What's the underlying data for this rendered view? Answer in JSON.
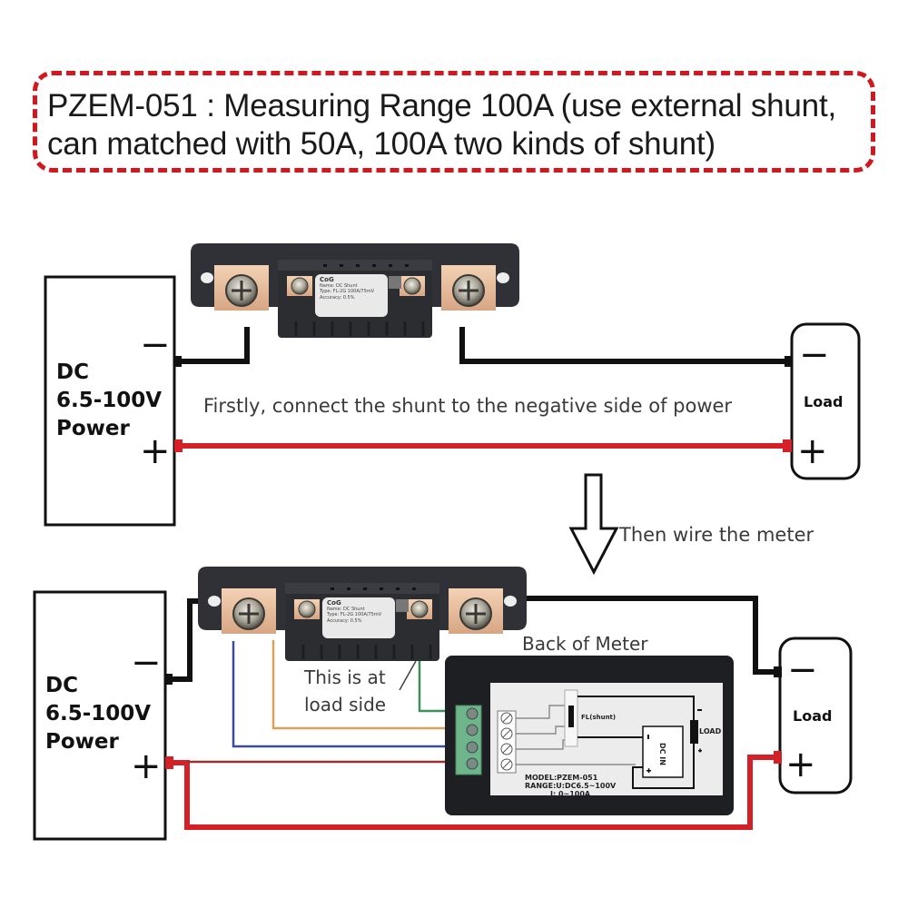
{
  "title": {
    "model": "PZEM-051",
    "separator": " : ",
    "line1_rest": "Measuring Range 100A (use external shunt,",
    "line2": "can matched with 50A, 100A two kinds of shunt)",
    "border_color": "#d0181e"
  },
  "power_supply": {
    "label_lines": [
      "DC",
      "6.5-100V",
      "Power"
    ],
    "negative_symbol": "−",
    "positive_symbol": "+"
  },
  "load": {
    "label": "Load",
    "negative_symbol": "−",
    "positive_symbol": "+"
  },
  "shunt": {
    "brand": "CoG",
    "tag_lines": [
      "Name: DC Shunt",
      "Type: FL-2G 100A/75mV",
      "Accuracy: 0.5%"
    ]
  },
  "steps": {
    "step1": "Firstly, connect the shunt to the negative side of power",
    "step2": "Then wire the meter"
  },
  "annotations": {
    "load_side": "This is at load side",
    "back_of_meter": "Back of Meter"
  },
  "meter": {
    "shunt_label": "FL(shunt)",
    "load_label": "LOAD",
    "dc_in_label": "DC IN",
    "model_line": "MODEL:PZEM-051",
    "range_line": "RANGE:U:DC6.5~100V",
    "current_line": "I: 0~100A",
    "terminal_count": 4
  },
  "wires": {
    "negative_color": "#111111",
    "positive_color": "#d42027",
    "signal_colors": [
      "#3f8f5a",
      "#d9a25a",
      "#3b4a9a",
      "#9a3030"
    ]
  }
}
